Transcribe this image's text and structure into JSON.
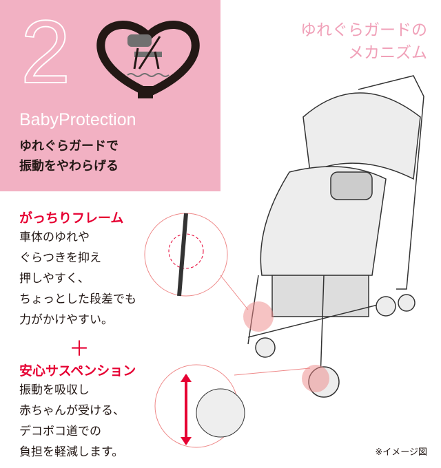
{
  "badge": {
    "number": "2",
    "title": "BabyProtection",
    "subtitle_line1": "ゆれぐらガードで",
    "subtitle_line2": "振動をやわらげる"
  },
  "mechanism_title": {
    "line1": "ゆれぐらガードの",
    "line2": "メカニズム"
  },
  "frame": {
    "heading": "がっちりフレーム",
    "lines": [
      "車体のゆれや",
      "ぐらつきを抑え",
      "押しやすく、",
      "ちょっとした段差でも",
      "力がかけやすい。"
    ]
  },
  "plus": "＋",
  "suspension": {
    "heading": "安心サスペンション",
    "lines": [
      "振動を吸収し",
      "赤ちゃんが受ける、",
      "デコボコ道での",
      "負担を軽減します。"
    ]
  },
  "note": "※イメージ図",
  "colors": {
    "panel": "#f2b1c3",
    "accent": "#e60033"
  }
}
